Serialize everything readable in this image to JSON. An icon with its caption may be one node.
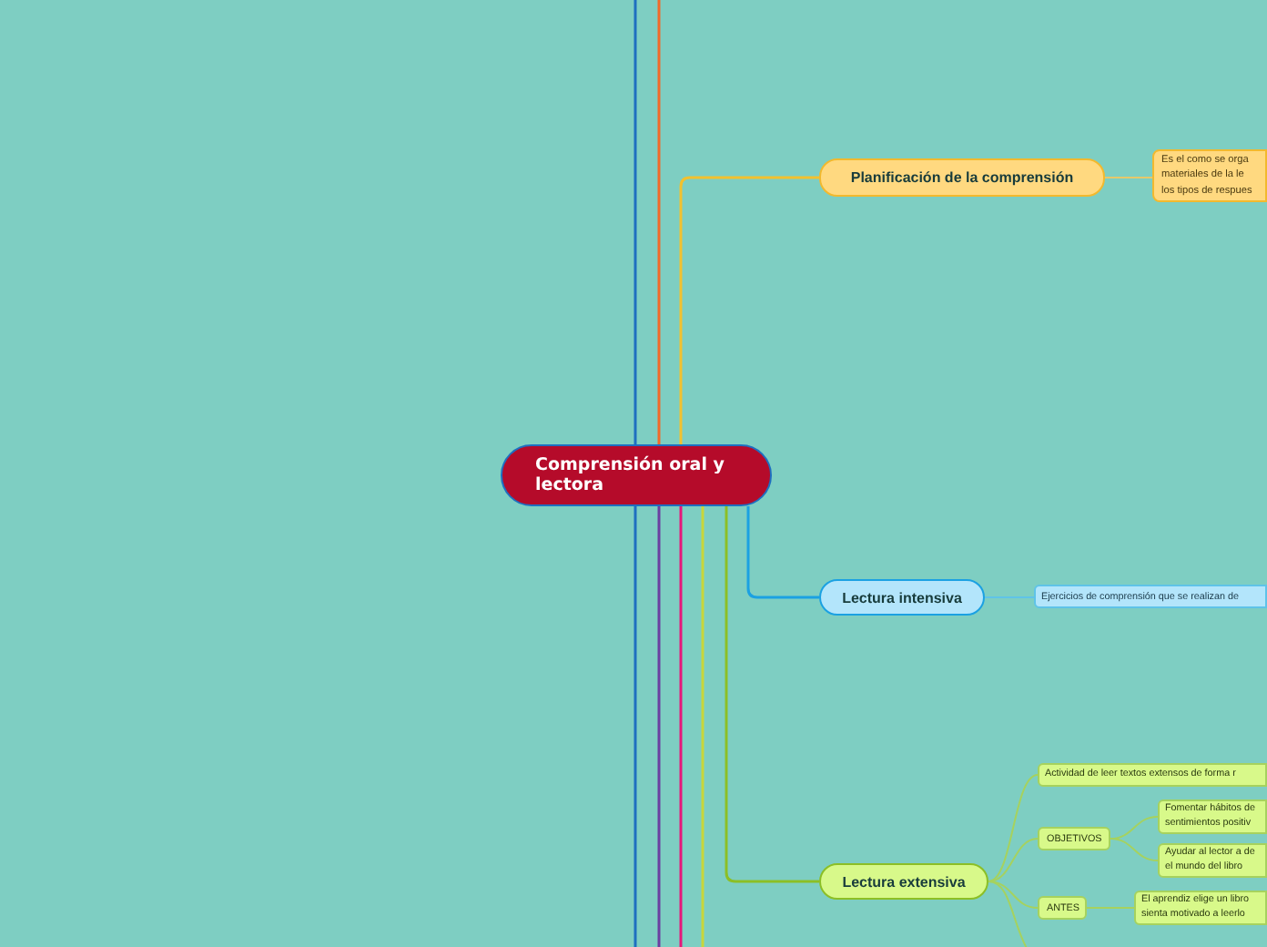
{
  "diagram": {
    "nodes": [
      {
        "text": [
          "Comprensión oral y lectora"
        ]
      },
      {
        "text": [
          "Planificación de la comprensión"
        ]
      },
      {
        "text": [
          "Es el como se orga materiales  de la le los tipos de respues"
        ]
      },
      {
        "text": [
          "Lectura intensiva"
        ]
      },
      {
        "text": [
          "Ejercicios de comprensión que se realizan de"
        ]
      },
      {
        "text": [
          "Lectura extensiva"
        ]
      },
      {
        "text": [
          "Actividad de leer textos extensos de forma r"
        ]
      },
      {
        "text": [
          "OBJETIVOS"
        ]
      },
      {
        "text": [
          "Fomentar hábitos de sentimientos positiv"
        ]
      },
      {
        "text": [
          "Ayudar al lector a de el mundo del libro"
        ]
      },
      {
        "text": [
          "ANTES"
        ]
      },
      {
        "text": [
          "El aprendiz elige un libro sienta motivado a leerlo"
        ]
      }
    ],
    "edges": [
      {
        "from": 0,
        "to": 1,
        "arrow": "none",
        "color": "#f2c12e"
      },
      {
        "from": 1,
        "to": 2,
        "arrow": "none",
        "color": "#e6c96a"
      },
      {
        "from": 0,
        "to": 3,
        "arrow": "none",
        "color": "#1ba1e2"
      },
      {
        "from": 3,
        "to": 4,
        "arrow": "none",
        "color": "#5fc3e8"
      },
      {
        "from": 0,
        "to": 5,
        "arrow": "none"
      },
      {
        "from": 5,
        "to": 6,
        "arrow": "none",
        "color": "#a6d25e"
      },
      {
        "from": 5,
        "to": 7,
        "arrow": "none",
        "color": "#a6d25e"
      },
      {
        "from": 7,
        "to": 8,
        "arrow": "none",
        "color": "#a6d25e"
      },
      {
        "from": 7,
        "to": 9,
        "arrow": "none",
        "color": "#a6d25e"
      },
      {
        "from": 5,
        "to": 10,
        "arrow": "none",
        "color": "#a6d25e"
      },
      {
        "from": 10,
        "to": 11,
        "arrow": "none",
        "color": "#a6d25e"
      },
      {
        "from": 0,
        "to": null,
        "arrow": "none",
        "color": "#1e6fc0"
      },
      {
        "from": 0,
        "to": null,
        "arrow": "none",
        "color": "#1e6fc0"
      },
      {
        "from": 0,
        "to": null,
        "arrow": "none",
        "color": "#f06a2a"
      },
      {
        "from": 0,
        "to": null,
        "arrow": "none",
        "color": "#6b3fa0"
      },
      {
        "from": 0,
        "to": null,
        "arrow": "none",
        "color": "#e8157a"
      },
      {
        "from": 0,
        "to": null,
        "arrow": "none",
        "color": "#c8d63a"
      },
      {
        "from": 5,
        "to": null,
        "arrow": "none",
        "color": "#a6d25e"
      }
    ]
  }
}
